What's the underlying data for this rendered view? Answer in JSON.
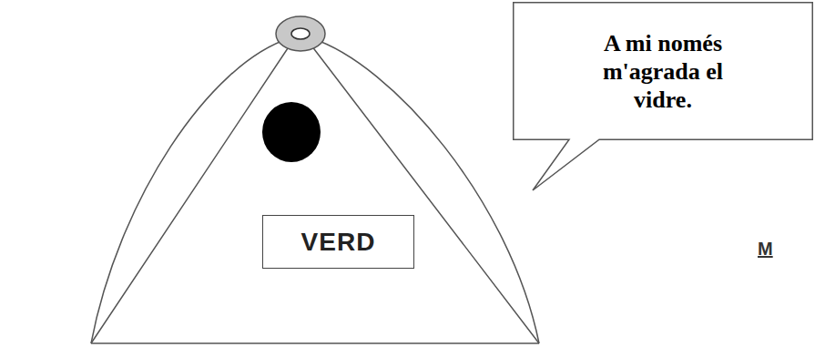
{
  "diagram": {
    "nodes": [
      {
        "text": [
          "A mi només m'agrada el vidre."
        ]
      },
      {
        "text": [
          "VERD"
        ]
      }
    ],
    "labels": [
      "M"
    ]
  }
}
